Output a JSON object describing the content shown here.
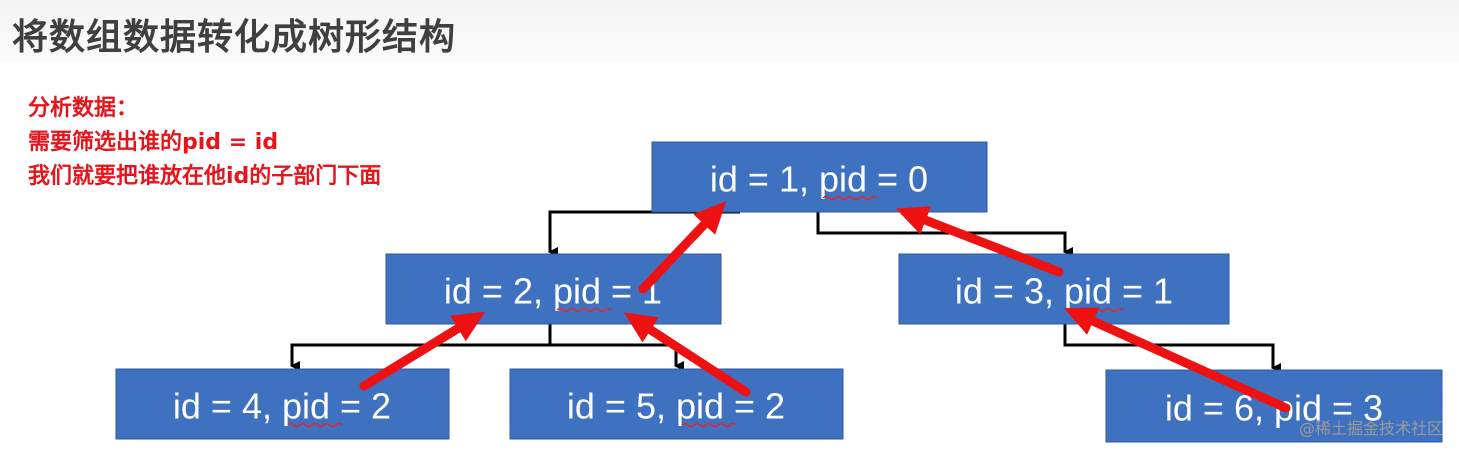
{
  "title": "将数组数据转化成树形结构",
  "notes": [
    "分析数据：",
    "需要筛选出谁的pid = id",
    "我们就要把谁放在他id的子部门下面"
  ],
  "nodes": [
    {
      "key": "n1",
      "label": "id = 1, pid = 0"
    },
    {
      "key": "n2",
      "label": "id = 2, pid = 1"
    },
    {
      "key": "n3",
      "label": "id = 3, pid = 1"
    },
    {
      "key": "n4",
      "label": "id = 4, pid = 2"
    },
    {
      "key": "n5",
      "label": "id = 5, pid = 2"
    },
    {
      "key": "n6",
      "label": "id = 6, pid = 3"
    }
  ],
  "watermark": "@稀土掘金技术社区",
  "colors": {
    "node_fill": "#3f71c1",
    "arrow": "#ee1111",
    "note_text": "#e8141c",
    "title_text": "#3f3f3f"
  }
}
